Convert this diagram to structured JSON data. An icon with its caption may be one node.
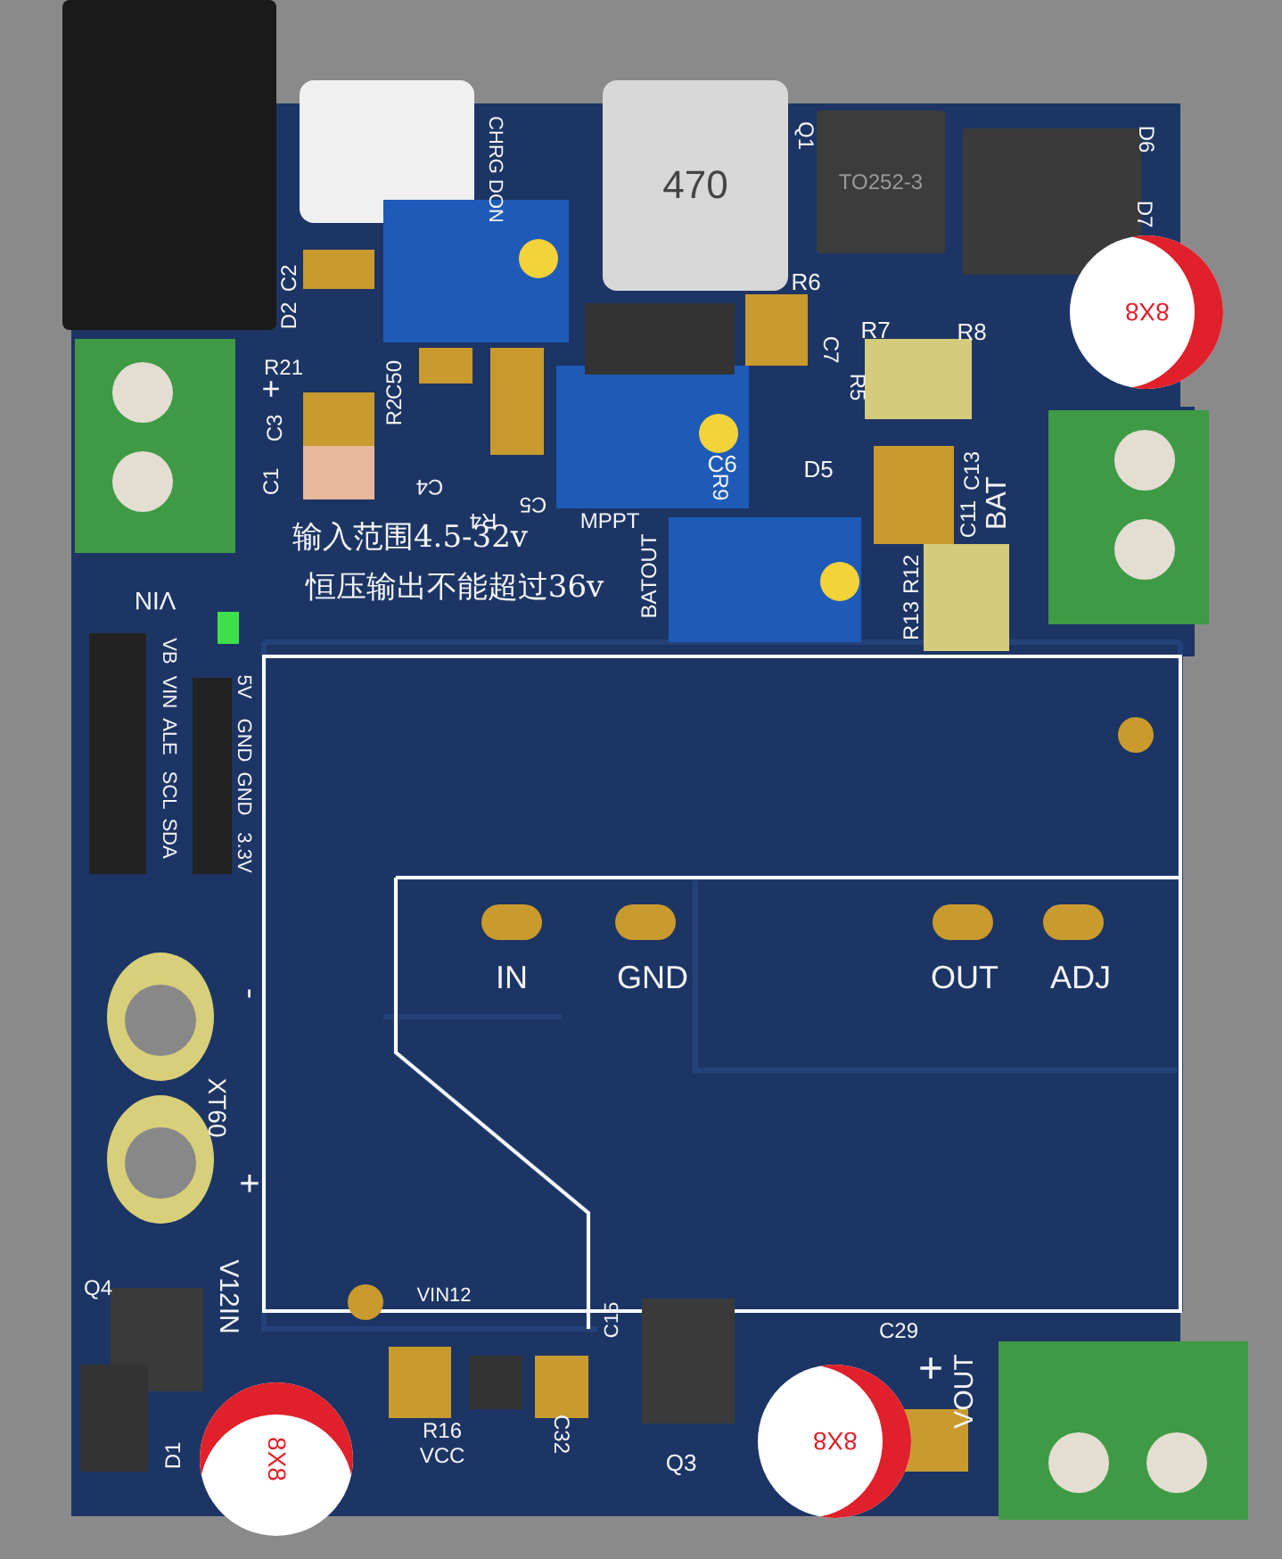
{
  "diagram": {
    "nodes": [
      {
        "text": [
          "470"
        ]
      },
      {
        "text": [
          "TO252-3"
        ]
      },
      {
        "text": [
          "8X8"
        ]
      },
      {
        "text": [
          "8X8"
        ]
      },
      {
        "text": [
          "8X8"
        ]
      }
    ],
    "labels": [
      "CHRG DON",
      "Q1",
      "D6",
      "C2",
      "D2",
      "R6",
      "D7",
      "+",
      "R21",
      "C50",
      "C7",
      "R7",
      "R8",
      "R5",
      "C3",
      "R2",
      "C1",
      "C4",
      "C6",
      "D5",
      "R9",
      "C5",
      "R4",
      "C13",
      "C11",
      "BAT",
      "MPPT",
      "输入范围4.5-32v",
      "恒压输出不能超过36v",
      "BATOUT",
      "R12",
      "R13",
      "VIN",
      "VB",
      "VIN",
      "ALE",
      "SCL",
      "SDA",
      "5V",
      "GND",
      "GND",
      "3.3V",
      "IN",
      "GND",
      "OUT",
      "ADJ",
      "-",
      "XT60",
      "+",
      "Q4",
      "V12IN",
      "VIN12",
      "C15",
      "C29",
      "+",
      "VOUT",
      "D1",
      "R16",
      "VCC",
      "C32",
      "Q3"
    ]
  }
}
